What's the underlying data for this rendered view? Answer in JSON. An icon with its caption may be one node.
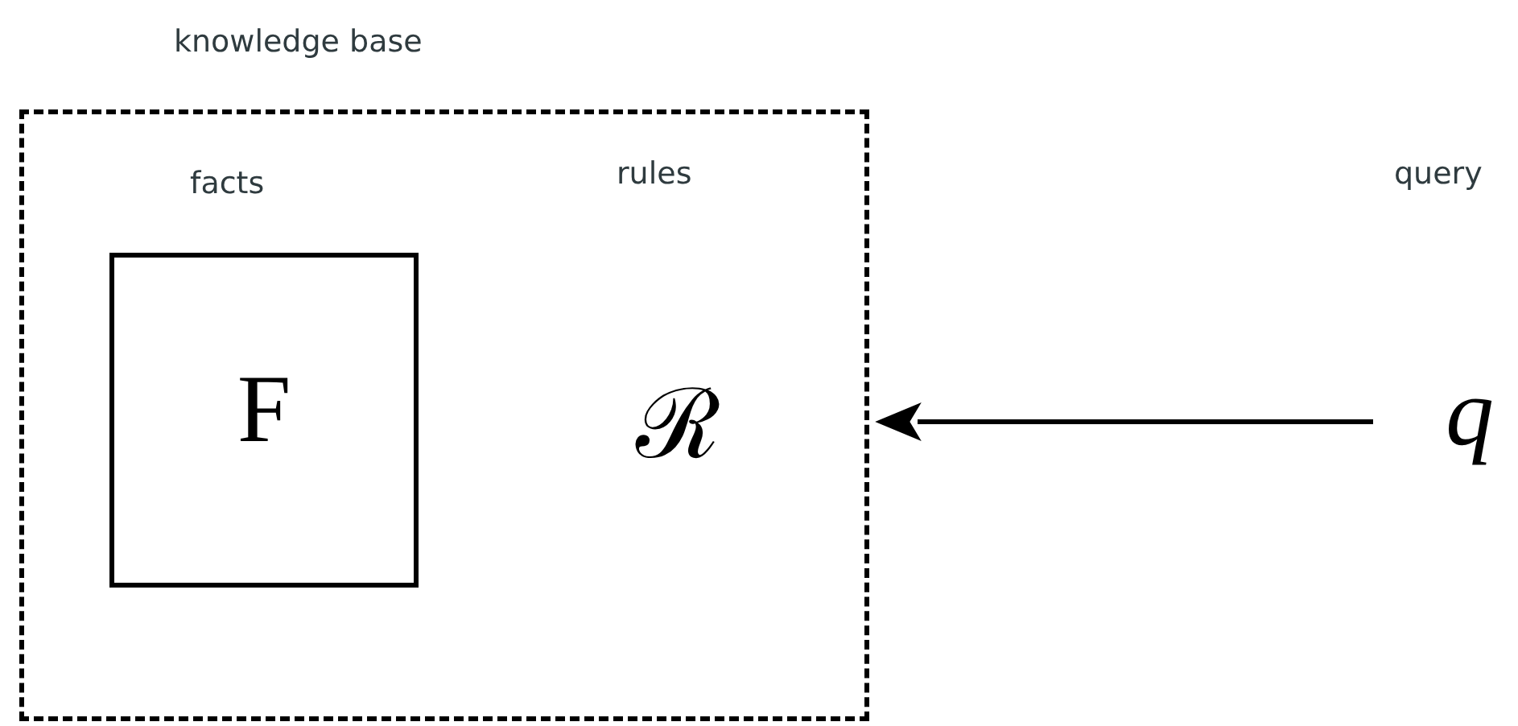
{
  "diagram": {
    "nodes": [
      {
        "text": [
          "knowledge base"
        ]
      },
      {
        "text": [
          "facts",
          "F"
        ],
        "in": 0
      },
      {
        "text": [
          "query",
          "q"
        ]
      }
    ],
    "edges": [
      {
        "from": 2,
        "to": 0,
        "arrow": "to"
      }
    ],
    "labels": [
      "rules",
      "ℛ"
    ]
  }
}
